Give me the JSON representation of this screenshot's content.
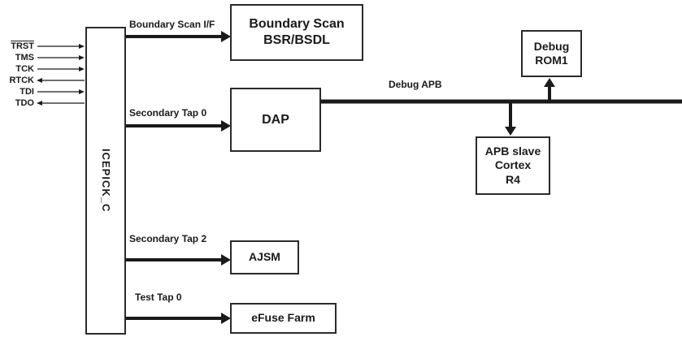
{
  "diagram": {
    "icepick": {
      "label": "ICEPICK_C"
    },
    "signals": [
      {
        "label": "TRST",
        "direction": "in"
      },
      {
        "label": "TMS",
        "direction": "in"
      },
      {
        "label": "TCK",
        "direction": "in"
      },
      {
        "label": "RTCK",
        "direction": "out"
      },
      {
        "label": "TDI",
        "direction": "in"
      },
      {
        "label": "TDO",
        "direction": "out"
      }
    ],
    "connections": {
      "boundary_scan_if": "Boundary Scan I/F",
      "secondary_tap0": "Secondary Tap 0",
      "secondary_tap2": "Secondary Tap 2",
      "test_tap0": "Test Tap 0",
      "debug_apb": "Debug APB"
    },
    "boxes": {
      "boundary_scan": {
        "line1": "Boundary Scan",
        "line2": "BSR/BSDL"
      },
      "dap": {
        "label": "DAP"
      },
      "debug_rom": {
        "line1": "Debug",
        "line2": "ROM1"
      },
      "apb_slave": {
        "line1": "APB slave",
        "line2": "Cortex",
        "line3": "R4"
      },
      "ajsm": {
        "label": "AJSM"
      },
      "efuse": {
        "label": "eFuse Farm"
      }
    },
    "colors": {
      "line": "#1a1a1a",
      "border": "#2b2b2b",
      "background": "#ffffff"
    }
  }
}
